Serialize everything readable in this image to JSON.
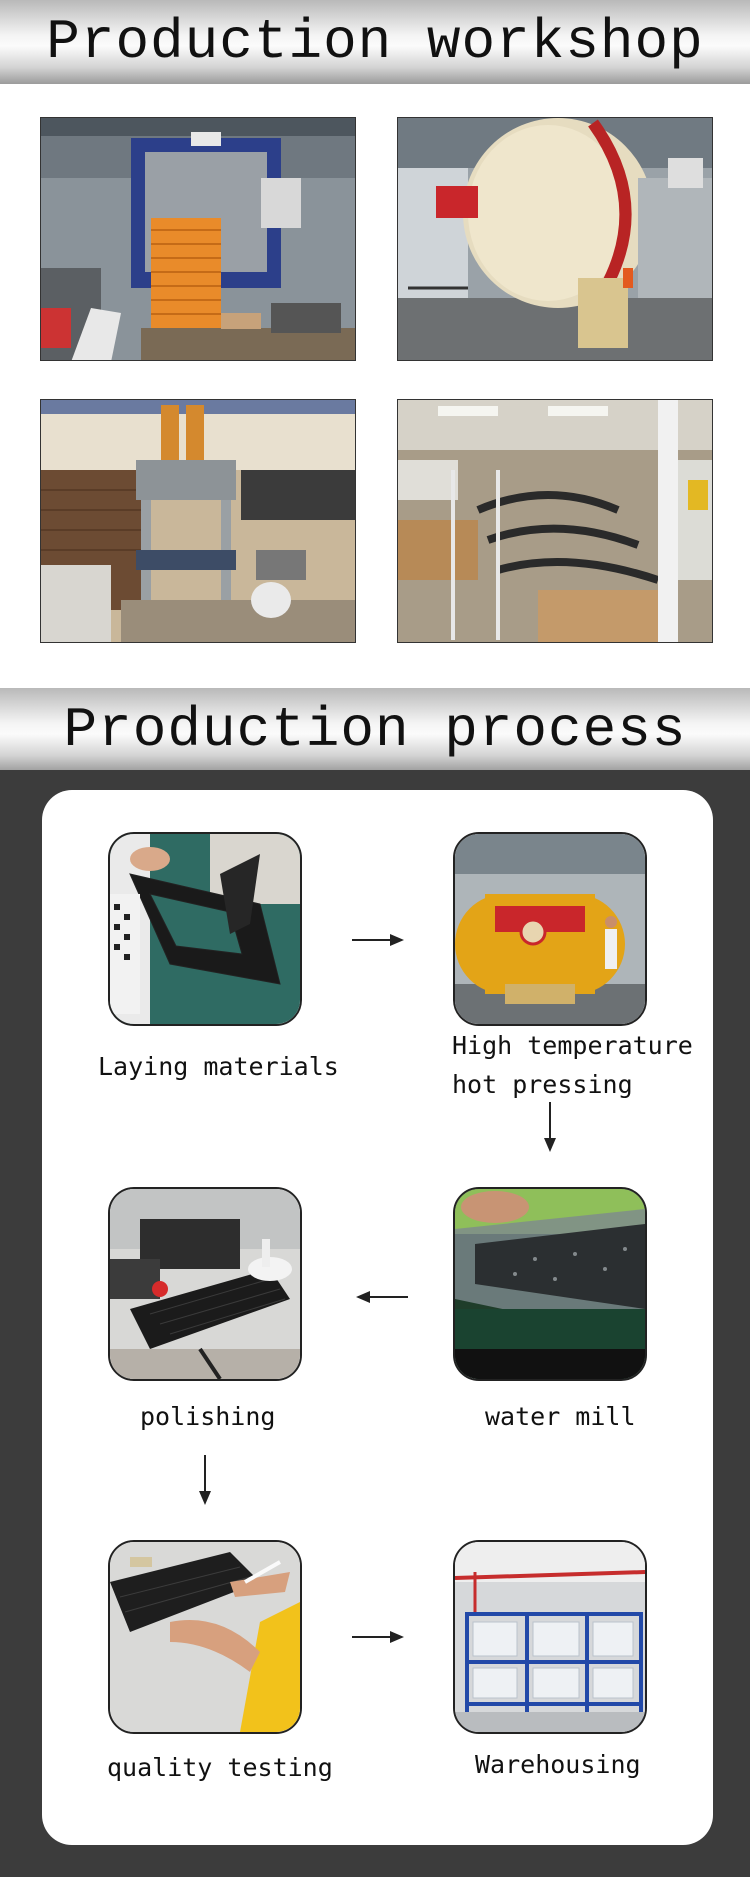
{
  "workshop": {
    "title": "Production workshop",
    "photos": [
      "press-machine-photo",
      "autoclave-photo",
      "hydraulic-press-photo",
      "finished-parts-photo"
    ]
  },
  "process": {
    "title": "Production process",
    "steps": [
      {
        "label": "Laying materials"
      },
      {
        "label_line1": "High temperature",
        "label_line2": "hot pressing"
      },
      {
        "label": "water mill"
      },
      {
        "label": "polishing"
      },
      {
        "label": "quality testing"
      },
      {
        "label": "Warehousing"
      }
    ]
  },
  "colors": {
    "dark_background": "#3c3c3c",
    "card": "#ffffff",
    "autoclave_yellow": "#e3a417",
    "clamp_red": "#c9262b"
  }
}
